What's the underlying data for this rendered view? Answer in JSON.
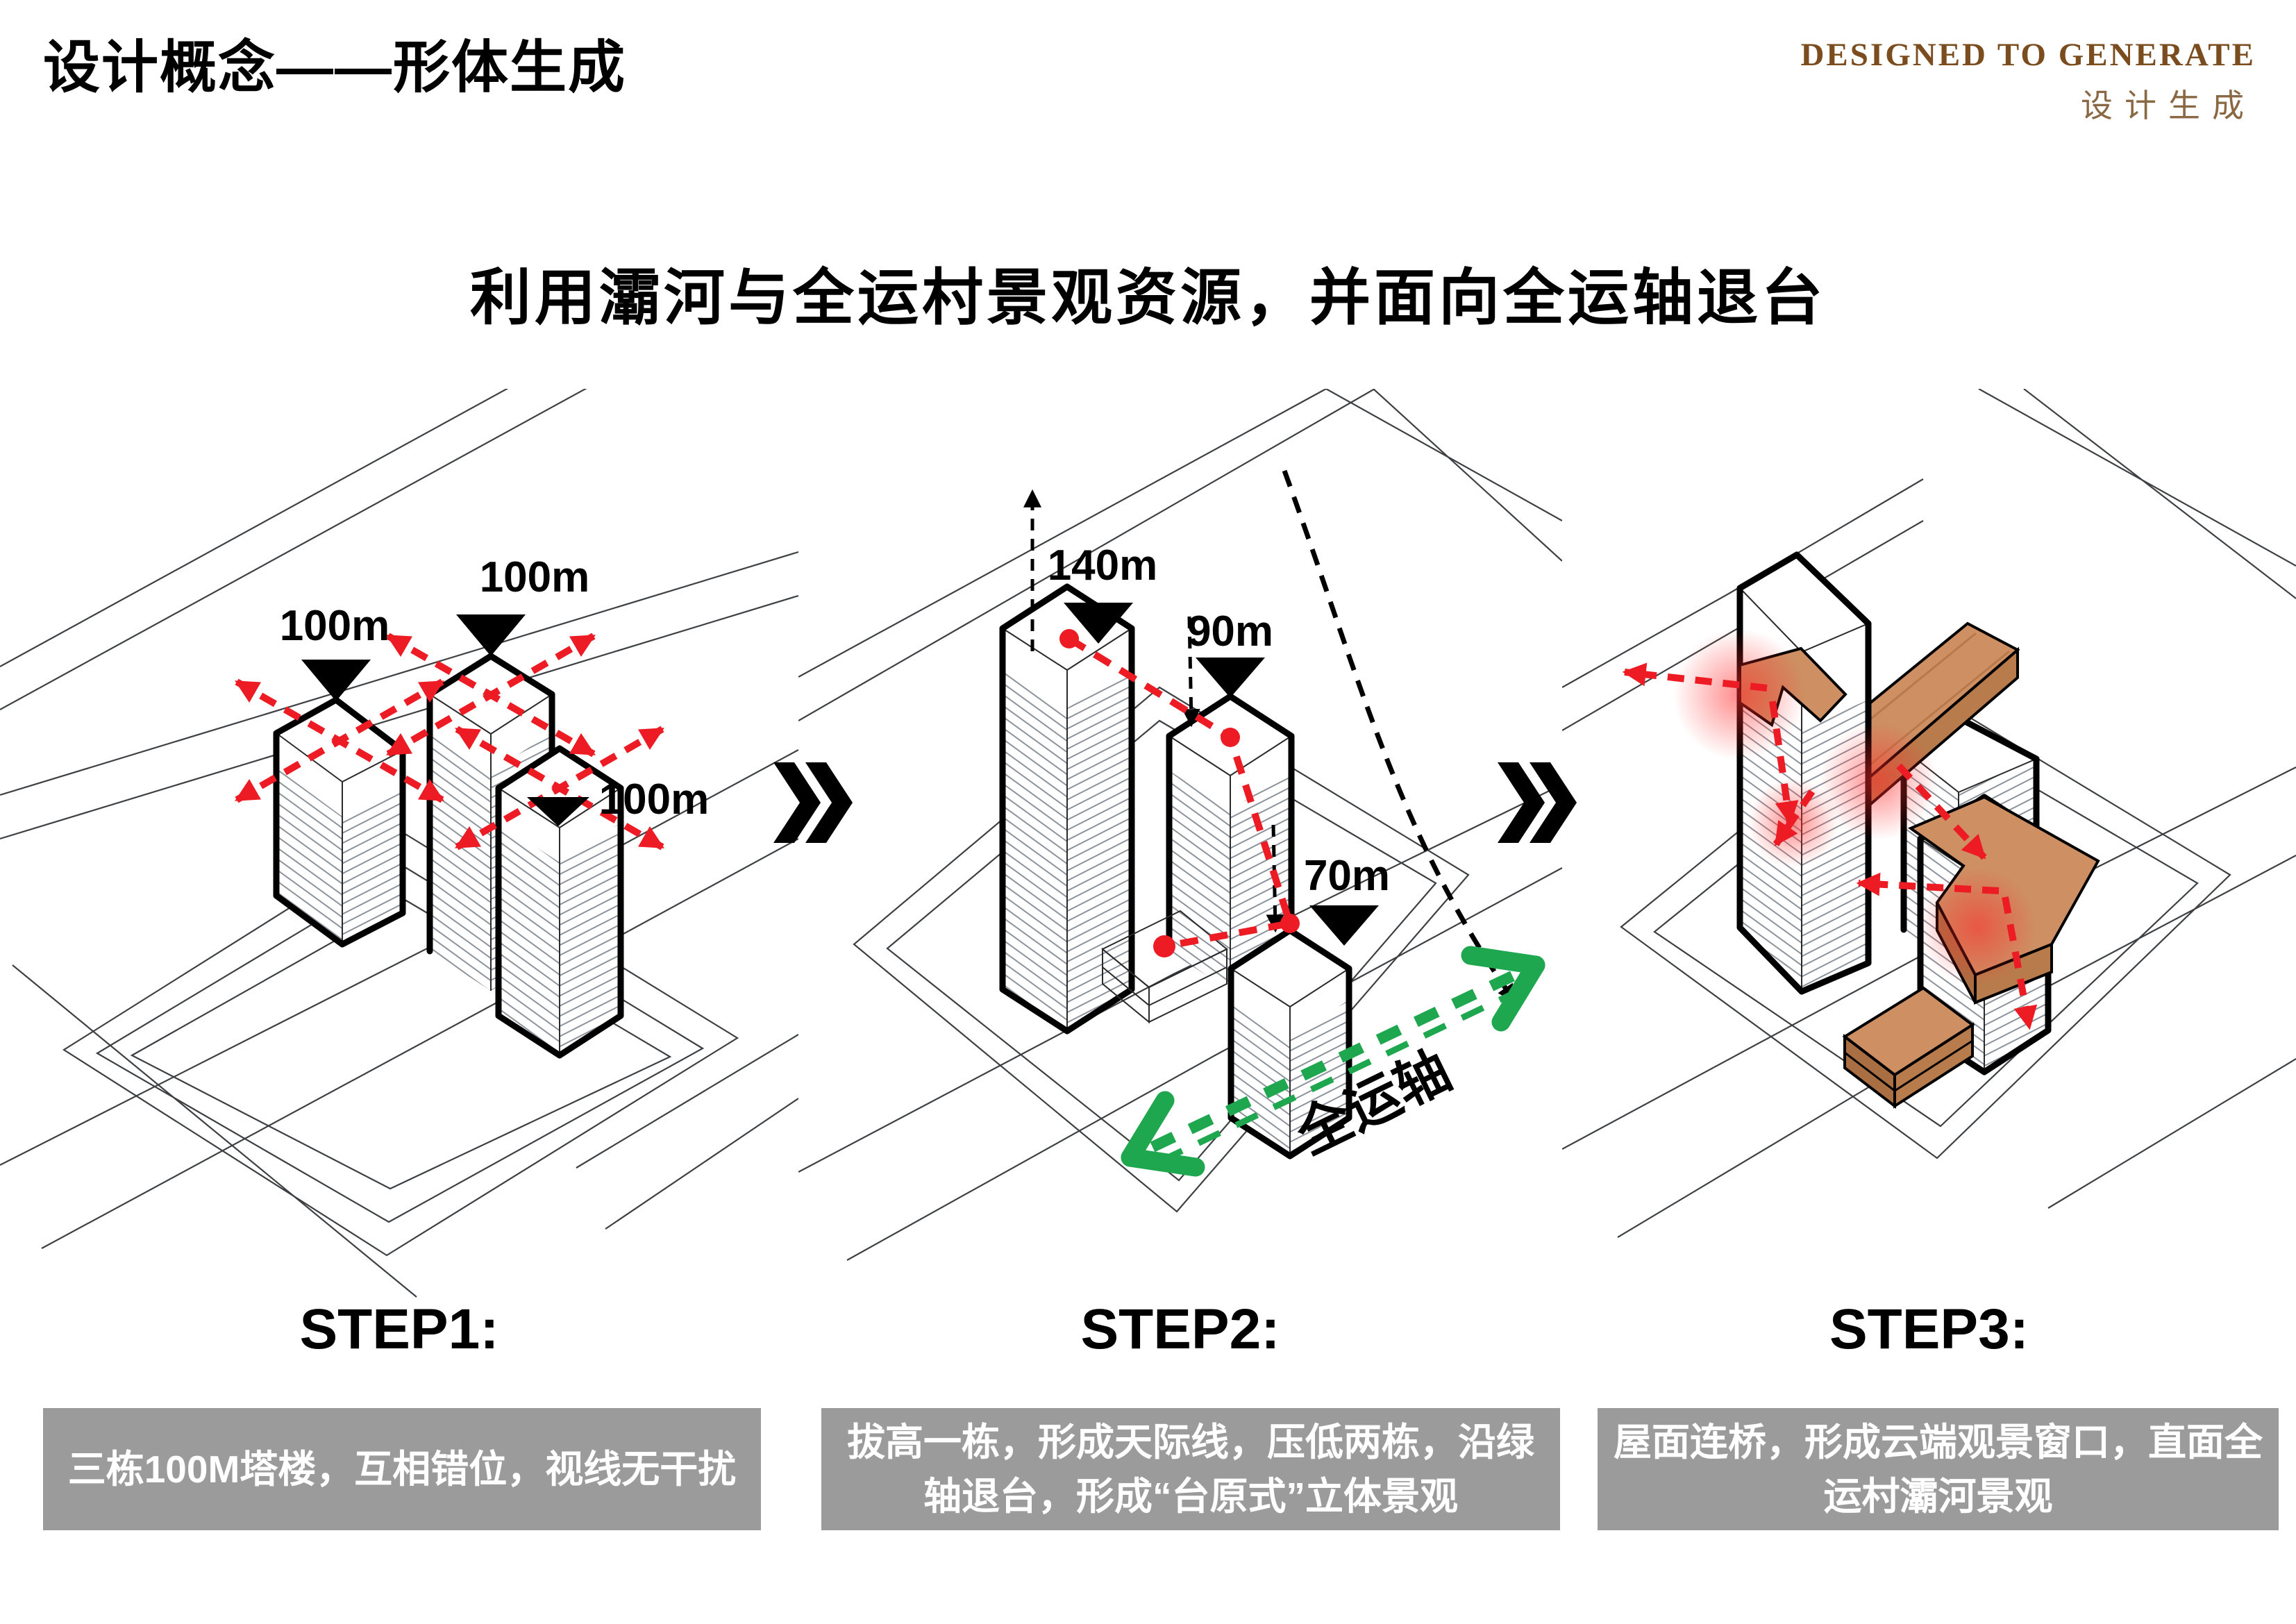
{
  "slide": {
    "title": "设计概念——形体生成",
    "brand": {
      "en": "DESIGNED TO GENERATE",
      "cn": "设计生成"
    },
    "subtitle": "利用灞河与全运村景观资源，并面向全运轴退台"
  },
  "diagram1": {
    "height1": "100m",
    "height2": "100m",
    "height3": "100m"
  },
  "diagram2": {
    "height1": "140m",
    "height2": "90m",
    "height3": "70m",
    "axis_label": "全运轴"
  },
  "steps": [
    {
      "label": "STEP1:",
      "caption": "三栋100M塔楼，互相错位，视线无干扰"
    },
    {
      "label": "STEP2:",
      "caption": "拔高一栋，形成天际线，压低两栋，沿绿轴退台，形成“台原式”立体景观"
    },
    {
      "label": "STEP3:",
      "caption": "屋面连桥，形成云端观景窗口，直面全运村灞河景观"
    }
  ],
  "colors": {
    "brand_en": "#7b4c1d",
    "brand_cn": "#8a6844",
    "accent_red": "#ed1c24",
    "accent_green": "#1fa74f",
    "massing_orange": "#ce8f63",
    "caption_bg": "#9b9b9b"
  }
}
